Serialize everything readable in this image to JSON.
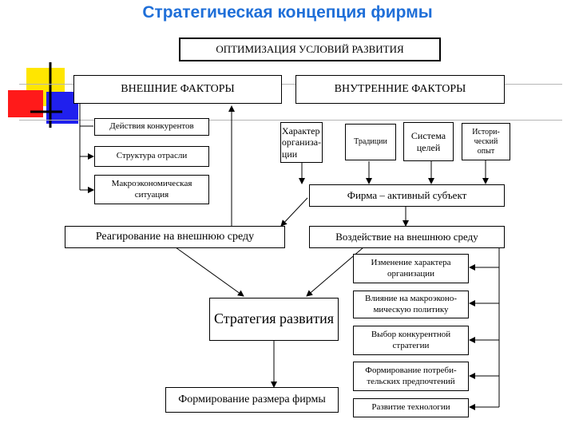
{
  "title": "Стратегическая концепция фирмы",
  "top": "ОПТИМИЗАЦИЯ УСЛОВИЙ РАЗВИТИЯ",
  "external": {
    "header": "ВНЕШНИЕ ФАКТОРЫ",
    "items": [
      "Действия конкурентов",
      "Структура отрасли",
      "Макроэкономическая ситуация"
    ]
  },
  "internal": {
    "header": "ВНУТРЕННИЕ ФАКТОРЫ",
    "items": [
      "Характер организа-ции",
      "Традиции",
      "Система целей",
      "Истори-ческий опыт"
    ]
  },
  "firm": "Фирма – активный субъект",
  "react": "Реагирование на внешнюю среду",
  "impact": {
    "header": "Воздействие на внешнюю среду",
    "items": [
      "Изменение характера организации",
      "Влияние на макроэконо-мическую политику",
      "Выбор конкурентной стратегии",
      "Формирование потреби-тельских предпочтений",
      "Развитие технологии"
    ]
  },
  "strategy": "Стратегия развития",
  "size": "Формирование размера фирмы",
  "colors": {
    "title": "#1f6fd8",
    "deco_yellow": "#ffe600",
    "deco_red": "#ff1a1a",
    "deco_blue": "#2020ee"
  }
}
